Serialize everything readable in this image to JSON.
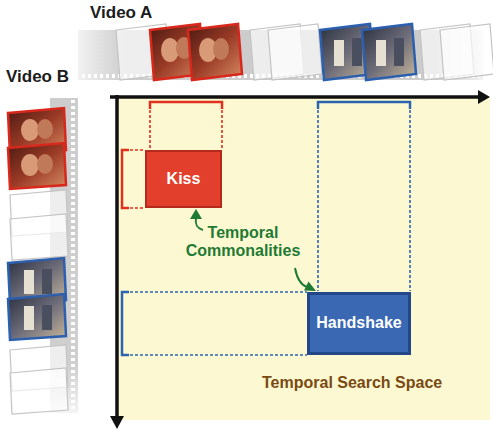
{
  "diagram": {
    "nodes": [
      {
        "text": [
          "Kiss"
        ]
      },
      {
        "text": [
          "Handshake"
        ]
      }
    ],
    "labels": [
      "Video A",
      "Video B",
      "Temporal Commonalities",
      "Temporal Search Space"
    ]
  }
}
